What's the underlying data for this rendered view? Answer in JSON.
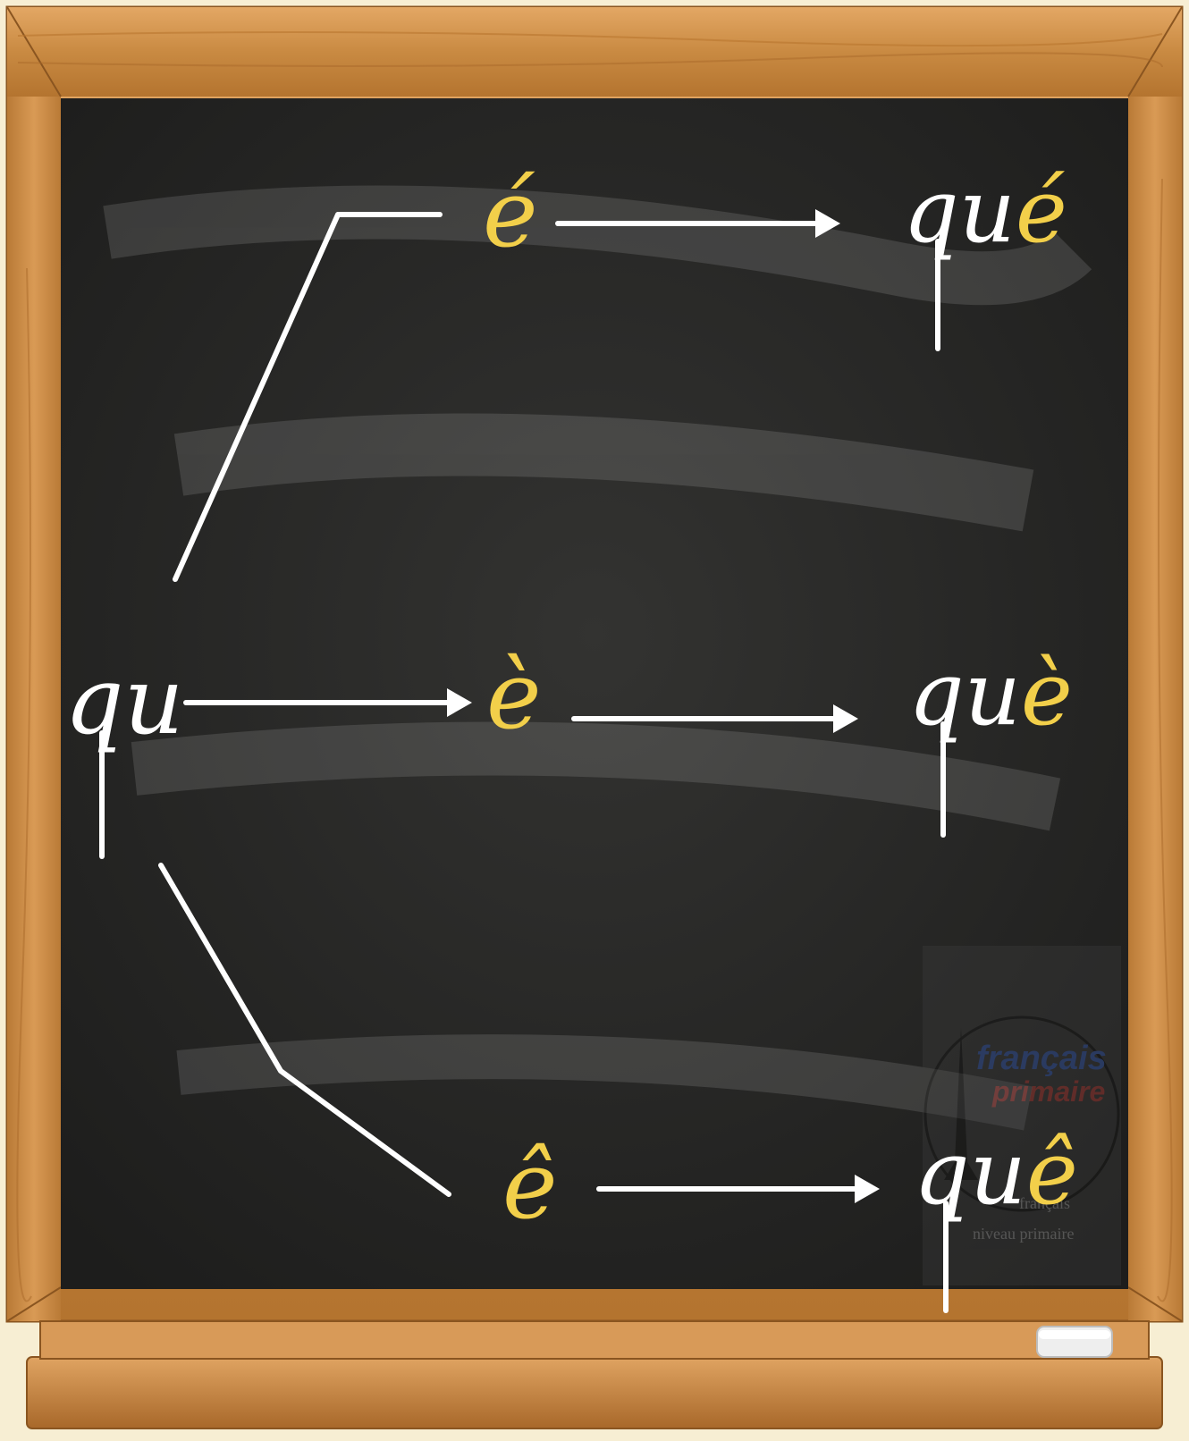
{
  "root": {
    "text": "qu"
  },
  "branches": [
    {
      "vowel": "é",
      "result_base": "qu",
      "result_vowel": "é"
    },
    {
      "vowel": "è",
      "result_base": "qu",
      "result_vowel": "è"
    },
    {
      "vowel": "ê",
      "result_base": "qu",
      "result_vowel": "ê"
    }
  ],
  "watermark": {
    "line1": "français",
    "line2": "primaire",
    "line3": "français",
    "line4": "niveau primaire"
  },
  "colors": {
    "chalk_white": "#ffffff",
    "chalk_yellow": "#f2cf4a",
    "board": "#262626",
    "frame": "#c98a42"
  }
}
